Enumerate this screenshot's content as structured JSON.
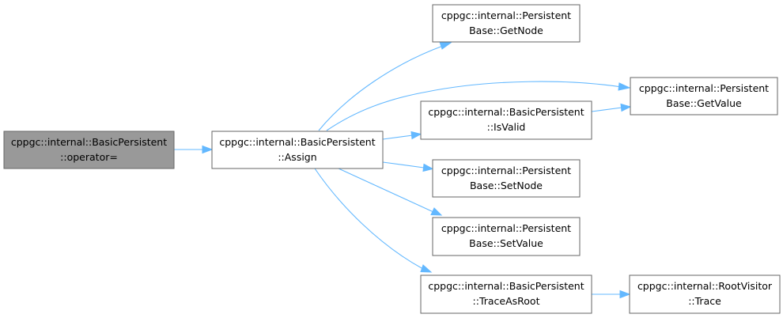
{
  "nodes": {
    "operator": {
      "line1": "cppgc::internal::BasicPersistent",
      "line2": "::operator="
    },
    "assign": {
      "line1": "cppgc::internal::BasicPersistent",
      "line2": "::Assign"
    },
    "getnode": {
      "line1": "cppgc::internal::Persistent",
      "line2": "Base::GetNode"
    },
    "getvalue": {
      "line1": "cppgc::internal::Persistent",
      "line2": "Base::GetValue"
    },
    "isvalid": {
      "line1": "cppgc::internal::BasicPersistent",
      "line2": "::IsValid"
    },
    "setnode": {
      "line1": "cppgc::internal::Persistent",
      "line2": "Base::SetNode"
    },
    "setvalue": {
      "line1": "cppgc::internal::Persistent",
      "line2": "Base::SetValue"
    },
    "traceasroot": {
      "line1": "cppgc::internal::BasicPersistent",
      "line2": "::TraceAsRoot"
    },
    "roottrace": {
      "line1": "cppgc::internal::RootVisitor",
      "line2": "::Trace"
    }
  },
  "colors": {
    "edge": "#63b8ff",
    "root_fill": "#999999",
    "border": "#666666"
  }
}
